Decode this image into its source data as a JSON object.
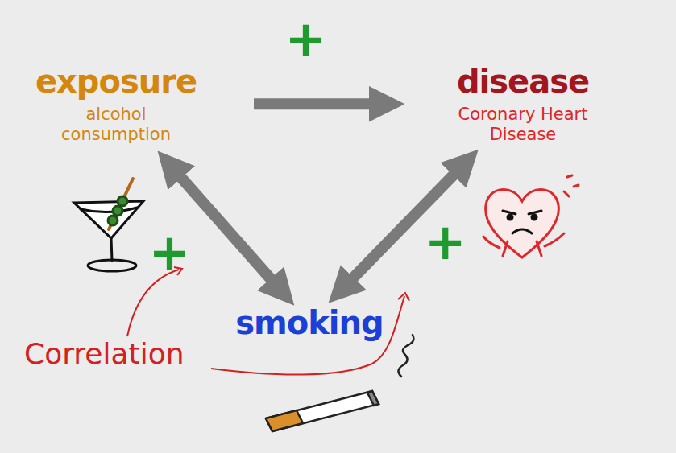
{
  "diagram": {
    "nodes": [
      {
        "text": [
          "exposure",
          "alcohol consumption"
        ]
      },
      {
        "text": [
          "disease",
          "Coronary Heart Disease"
        ]
      },
      {
        "text": [
          "smoking"
        ]
      }
    ],
    "edges": [
      {
        "from": 0,
        "to": 1,
        "arrow": "to",
        "label": "+"
      },
      {
        "from": 0,
        "to": 2,
        "arrow": "both",
        "label": "+"
      },
      {
        "from": 2,
        "to": 1,
        "arrow": "both",
        "label": "+"
      }
    ],
    "labels": [
      "Correlation"
    ]
  }
}
